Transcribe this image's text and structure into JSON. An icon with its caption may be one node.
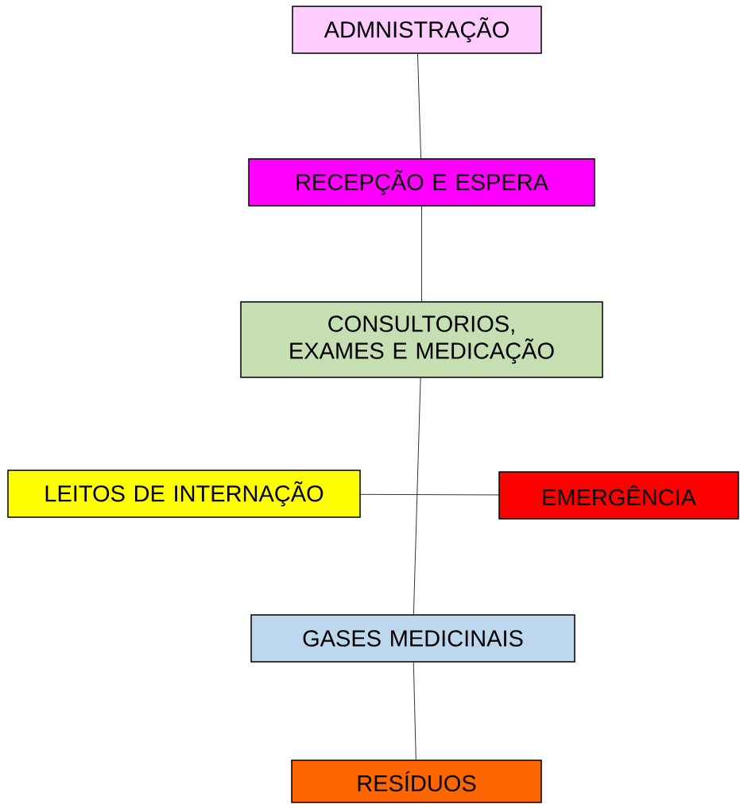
{
  "diagram": {
    "nodes": [
      {
        "text": [
          "ADMNISTRAÇÃO"
        ]
      },
      {
        "text": [
          "RECEPÇÃO E ESPERA"
        ]
      },
      {
        "text": [
          "CONSULTORIOS, EXAMES E MEDICAÇÃO"
        ]
      },
      {
        "text": [
          "LEITOS DE INTERNAÇÃO"
        ]
      },
      {
        "text": [
          "EMERGÊNCIA"
        ]
      },
      {
        "text": [
          "GASES MEDICINAIS"
        ]
      },
      {
        "text": [
          "RESÍDUOS"
        ]
      }
    ],
    "edges": [
      {
        "from": 0,
        "to": 1,
        "arrow": "none"
      },
      {
        "from": 1,
        "to": 2,
        "arrow": "none"
      },
      {
        "from": 2,
        "to": 5,
        "arrow": "none"
      },
      {
        "from": 3,
        "to": 4,
        "arrow": "none"
      },
      {
        "from": 5,
        "to": 6,
        "arrow": "none"
      }
    ]
  }
}
